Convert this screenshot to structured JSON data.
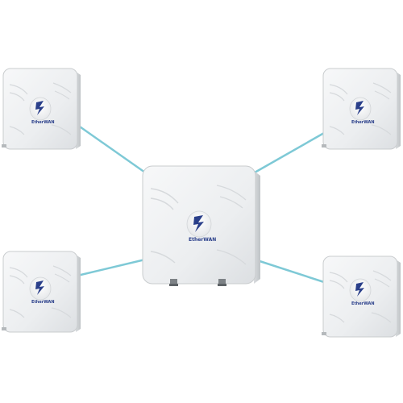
{
  "scene": {
    "description_free": true,
    "background_color": "#ffffff",
    "link_color": "#7ec9d6",
    "unit_color": "#eef0f1",
    "unit_edge_color": "#c9ccce",
    "logo_color": "#2a3f8a"
  },
  "units": [
    {
      "name": "access-point-top-left",
      "brand": "EtherWAN",
      "role": "client"
    },
    {
      "name": "access-point-top-right",
      "brand": "EtherWAN",
      "role": "client"
    },
    {
      "name": "access-point-center",
      "brand": "EtherWAN",
      "role": "base"
    },
    {
      "name": "access-point-bottom-left",
      "brand": "EtherWAN",
      "role": "client"
    },
    {
      "name": "access-point-bottom-right",
      "brand": "EtherWAN",
      "role": "client"
    }
  ]
}
